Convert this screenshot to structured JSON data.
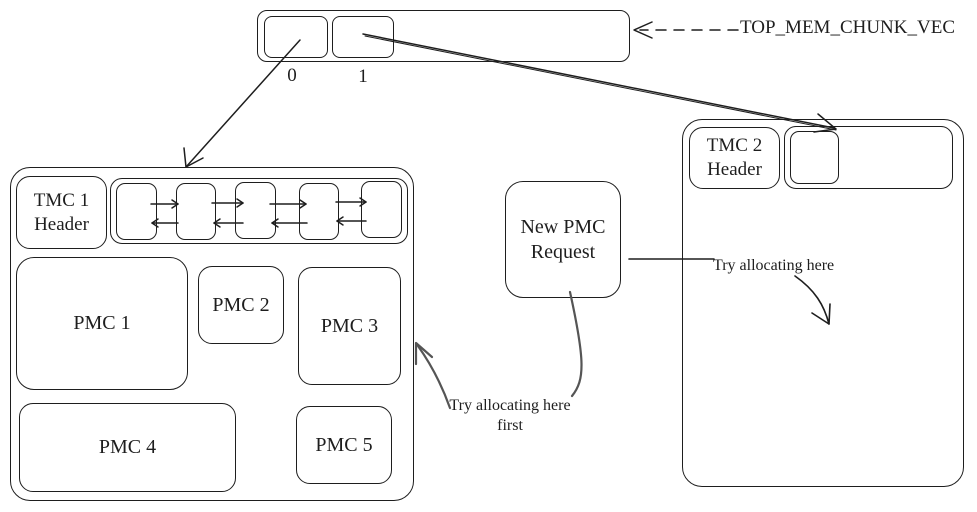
{
  "top_vector": {
    "label": "TOP_MEM_CHUNK_VEC",
    "indices": [
      "0",
      "1"
    ]
  },
  "tmc1": {
    "header": "TMC 1 Header",
    "pmcs": [
      "PMC 1",
      "PMC 2",
      "PMC 3",
      "PMC 4",
      "PMC 5"
    ]
  },
  "tmc2": {
    "header": "TMC 2 Header"
  },
  "request": {
    "label": "New PMC Request"
  },
  "annotations": {
    "try_first": "Try allocating here first",
    "try_here": "Try allocating here"
  },
  "colors": {
    "stroke": "#1e1e1e",
    "background": "#ffffff"
  }
}
